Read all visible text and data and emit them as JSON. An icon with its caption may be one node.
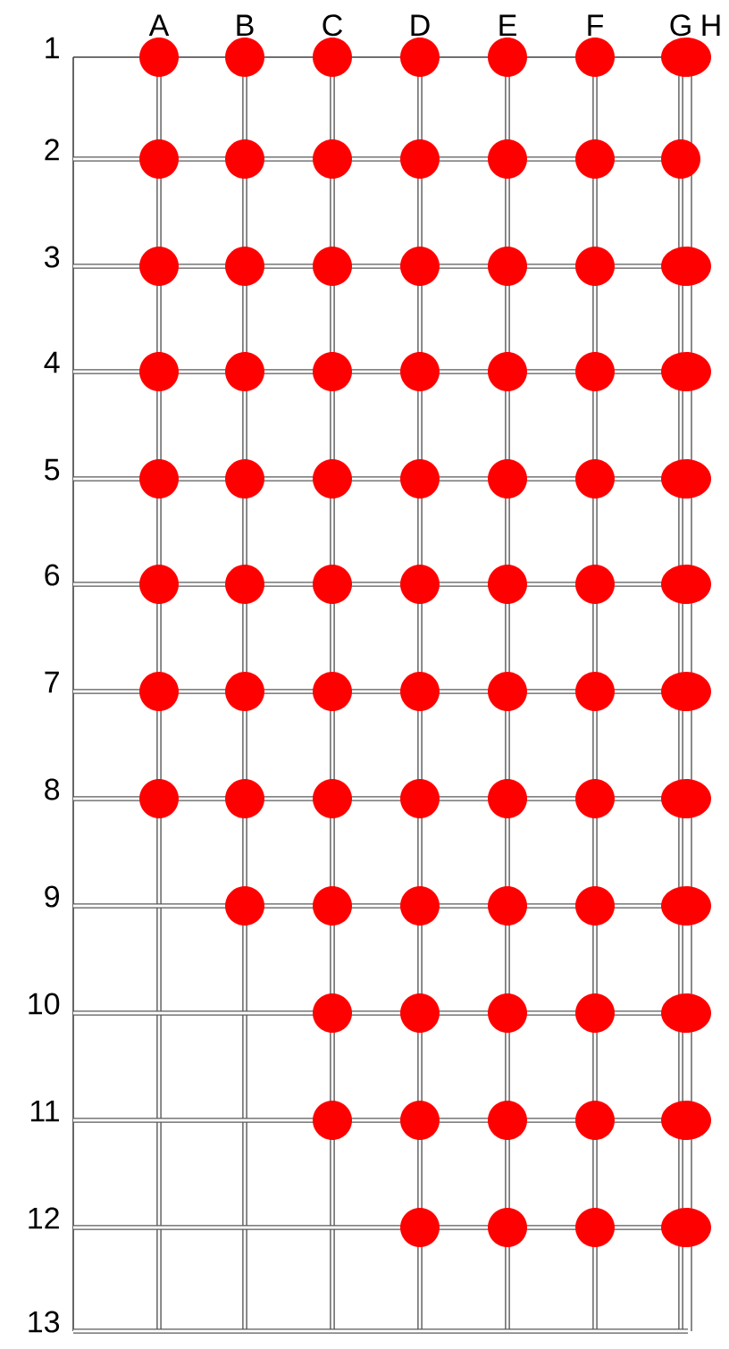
{
  "diagram": {
    "labels": [
      "A",
      "B",
      "C",
      "D",
      "E",
      "F",
      "G",
      "H",
      "1",
      "2",
      "3",
      "4",
      "5",
      "6",
      "7",
      "8",
      "9",
      "10",
      "11",
      "12",
      "13"
    ]
  }
}
